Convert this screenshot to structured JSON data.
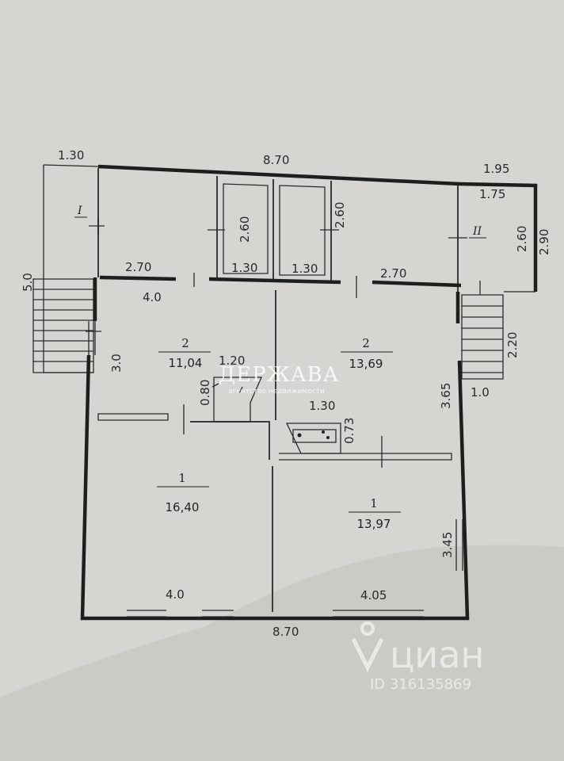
{
  "dimensions": {
    "veranda_left_width": "1.30",
    "top_total": "8.70",
    "veranda_right_width": "1.95",
    "left_total_height": "5.0",
    "annex_left_width": "2.70",
    "closet_a_height": "2.60",
    "closet_a_width": "1.30",
    "closet_b_height": "2.60",
    "closet_b_width": "1.30",
    "annex_right_width": "2.70",
    "annex_far_width": "1.75",
    "annex_far_height": "2.60",
    "annex_far_outer_height": "2.90",
    "kitchen_left_width": "4.0",
    "kitchen_left_height": "3.0",
    "stair_width": "1.20",
    "stair_height": "0.80",
    "kitchen_right_height": "3.65",
    "stove_width": "1.30",
    "stove_height": "0.73",
    "stair_right_height": "2.20",
    "stair_right_width": "1.0",
    "room_right_height": "3.45",
    "bottom_left_width": "4.0",
    "bottom_right_width": "4.05",
    "bottom_total": "8.70"
  },
  "rooms": [
    {
      "number": "2",
      "area": "11,04"
    },
    {
      "number": "2",
      "area": "13,69"
    },
    {
      "number": "1",
      "area": "16,40"
    },
    {
      "number": "1",
      "area": "13,97"
    }
  ],
  "annex_labels": {
    "left": "I",
    "right": "II"
  },
  "watermarks": {
    "agency_name": "ДЕРЖАВА",
    "agency_tagline": "агентство недвижимости",
    "portal_name": "циан",
    "listing_id": "ID 316135869"
  },
  "colors": {
    "paper": "#d6d5d1",
    "ink": "#1e1e1e",
    "watermark": "#ffffff"
  }
}
